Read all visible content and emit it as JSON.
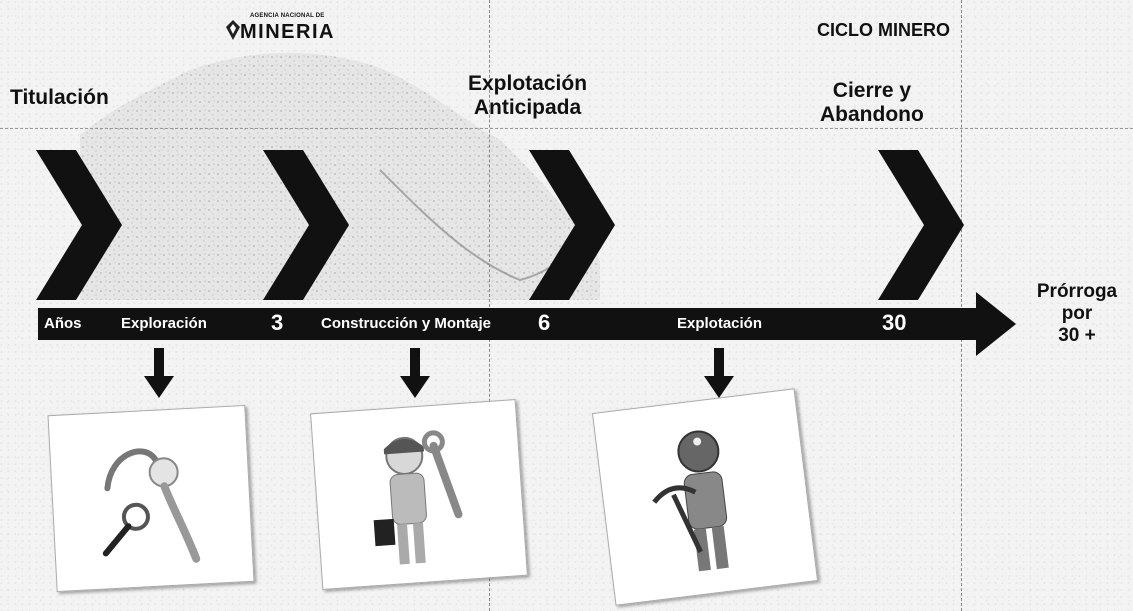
{
  "logo": {
    "agency_small": "AGENCIA NACIONAL DE",
    "agency_big": "MINERIA"
  },
  "title": "CICLO MINERO",
  "phases": {
    "titulacion": "Titulación",
    "explotacion_anticipada": [
      "Explotación",
      "Anticipada"
    ],
    "cierre": [
      "Cierre y",
      "Abandono"
    ]
  },
  "timeline": {
    "anos_label": "Años",
    "segments": [
      "Exploración",
      "Construcción y Montaje",
      "Explotación"
    ],
    "years": [
      "3",
      "6",
      "30"
    ]
  },
  "prorroga": [
    "Prórroga",
    "por",
    "30 +"
  ],
  "icons": [
    "magnifier-figure-icon",
    "worker-wrench-icon",
    "miner-pickaxe-icon"
  ],
  "colors": {
    "arrows": "#111111",
    "background": "#f3f3f3"
  }
}
